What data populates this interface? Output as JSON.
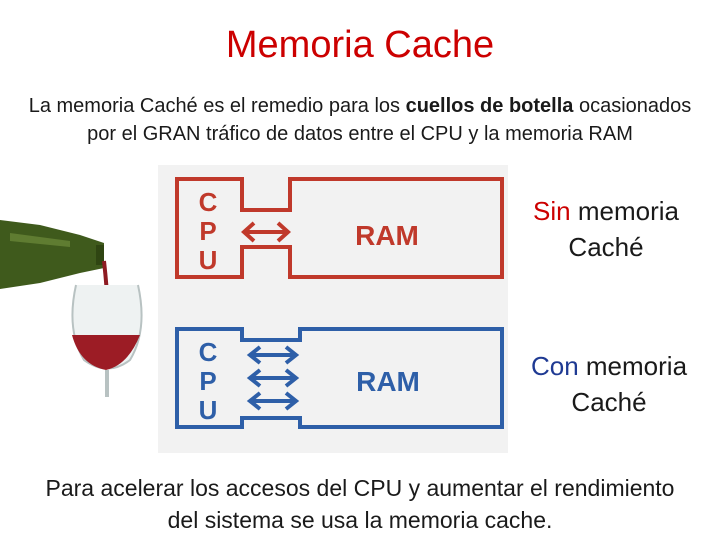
{
  "slide": {
    "title": "Memoria Cache",
    "intro": {
      "before": "La memoria Caché es el remedio para los ",
      "bold": "cuellos de botella",
      "after": " ocasionados",
      "line2": "por el GRAN tráfico de datos entre el CPU y la memoria RAM"
    },
    "diagram_top": {
      "cpu_letters": [
        "C",
        "P",
        "U"
      ],
      "ram_label": "RAM",
      "color": "#c0392b"
    },
    "diagram_bottom": {
      "cpu_letters": [
        "C",
        "P",
        "U"
      ],
      "ram_label": "RAM",
      "color": "#2e5fa8"
    },
    "label_top": {
      "keyword": "Sin",
      "rest": " memoria",
      "line2": "Caché"
    },
    "label_bottom": {
      "keyword": "Con",
      "rest": " memoria",
      "line2": "Caché"
    },
    "outro": {
      "line1": "Para acelerar los accesos del CPU y aumentar el rendimiento",
      "line2": "del sistema se usa la memoria cache."
    }
  }
}
